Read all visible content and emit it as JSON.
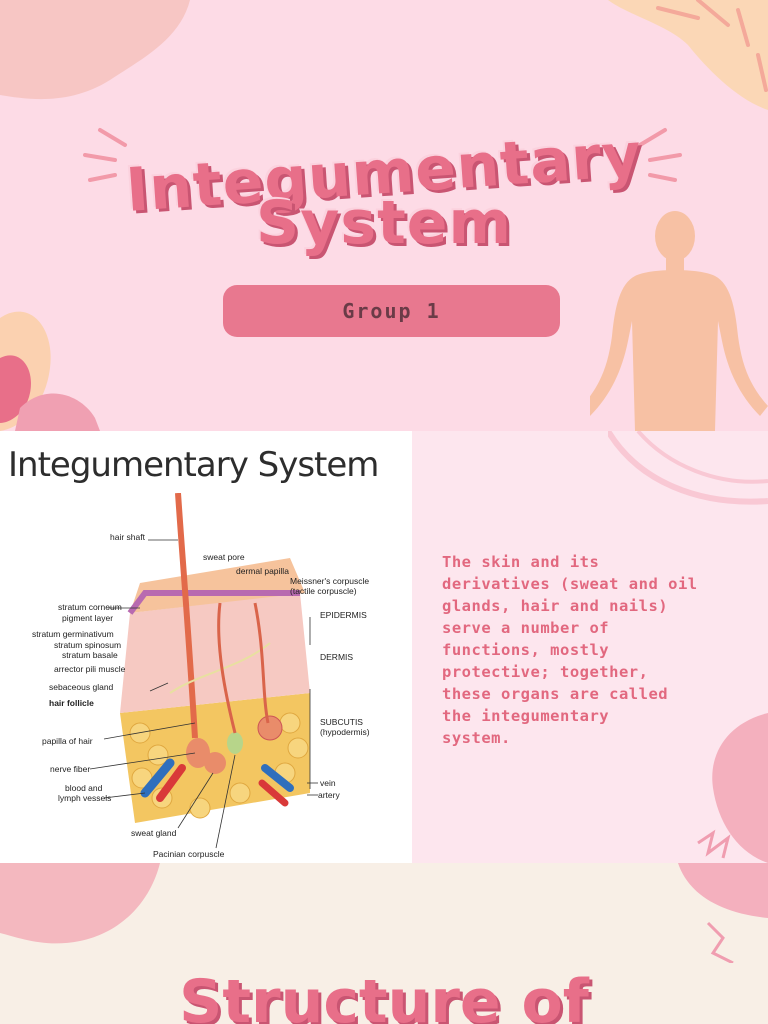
{
  "slide1": {
    "title_line1": "Integumentary",
    "title_line2": "System",
    "subtitle": "Group 1"
  },
  "slide2": {
    "heading": "Integumentary System",
    "diagram_labels": {
      "hair_shaft": "hair shaft",
      "sweat_pore": "sweat pore",
      "dermal_papilla": "dermal papilla",
      "meissner": "Meissner's corpuscle",
      "meissner_alt": "(tactile corpuscle)",
      "stratum_corneum": "stratum corneum",
      "pigment_layer": "pigment layer",
      "stratum_germinativum": "stratum germinativum",
      "stratum_spinosum": "stratum spinosum",
      "stratum_basale": "stratum basale",
      "arrector_pili": "arrector pili muscle",
      "sebaceous_gland": "sebaceous gland",
      "hair_follicle": "hair follicle",
      "papilla_of_hair": "papilla of hair",
      "nerve_fiber": "nerve fiber",
      "blood_lymph_1": "blood and",
      "blood_lymph_2": "lymph vessels",
      "sweat_gland": "sweat gland",
      "pacinian": "Pacinian corpuscle",
      "epidermis": "EPIDERMIS",
      "dermis": "DERMIS",
      "subcutis": "SUBCUTIS",
      "hypodermis": "(hypodermis)",
      "vein": "vein",
      "artery": "artery"
    },
    "body_lines": [
      "The skin and its",
      "derivatives (sweat and oil",
      "glands, hair and nails)",
      "serve a number of",
      "functions, mostly",
      "protective; together,",
      "these organs are called",
      "the integumentary",
      "system."
    ]
  },
  "slide3": {
    "title": "Structure of"
  },
  "colors": {
    "accent_pink": "#e86f89",
    "pill": "#e8788f",
    "slide1_bg": "#fddbe6",
    "slide3_bg": "#f8efe6",
    "body_text": "#e2687f"
  }
}
